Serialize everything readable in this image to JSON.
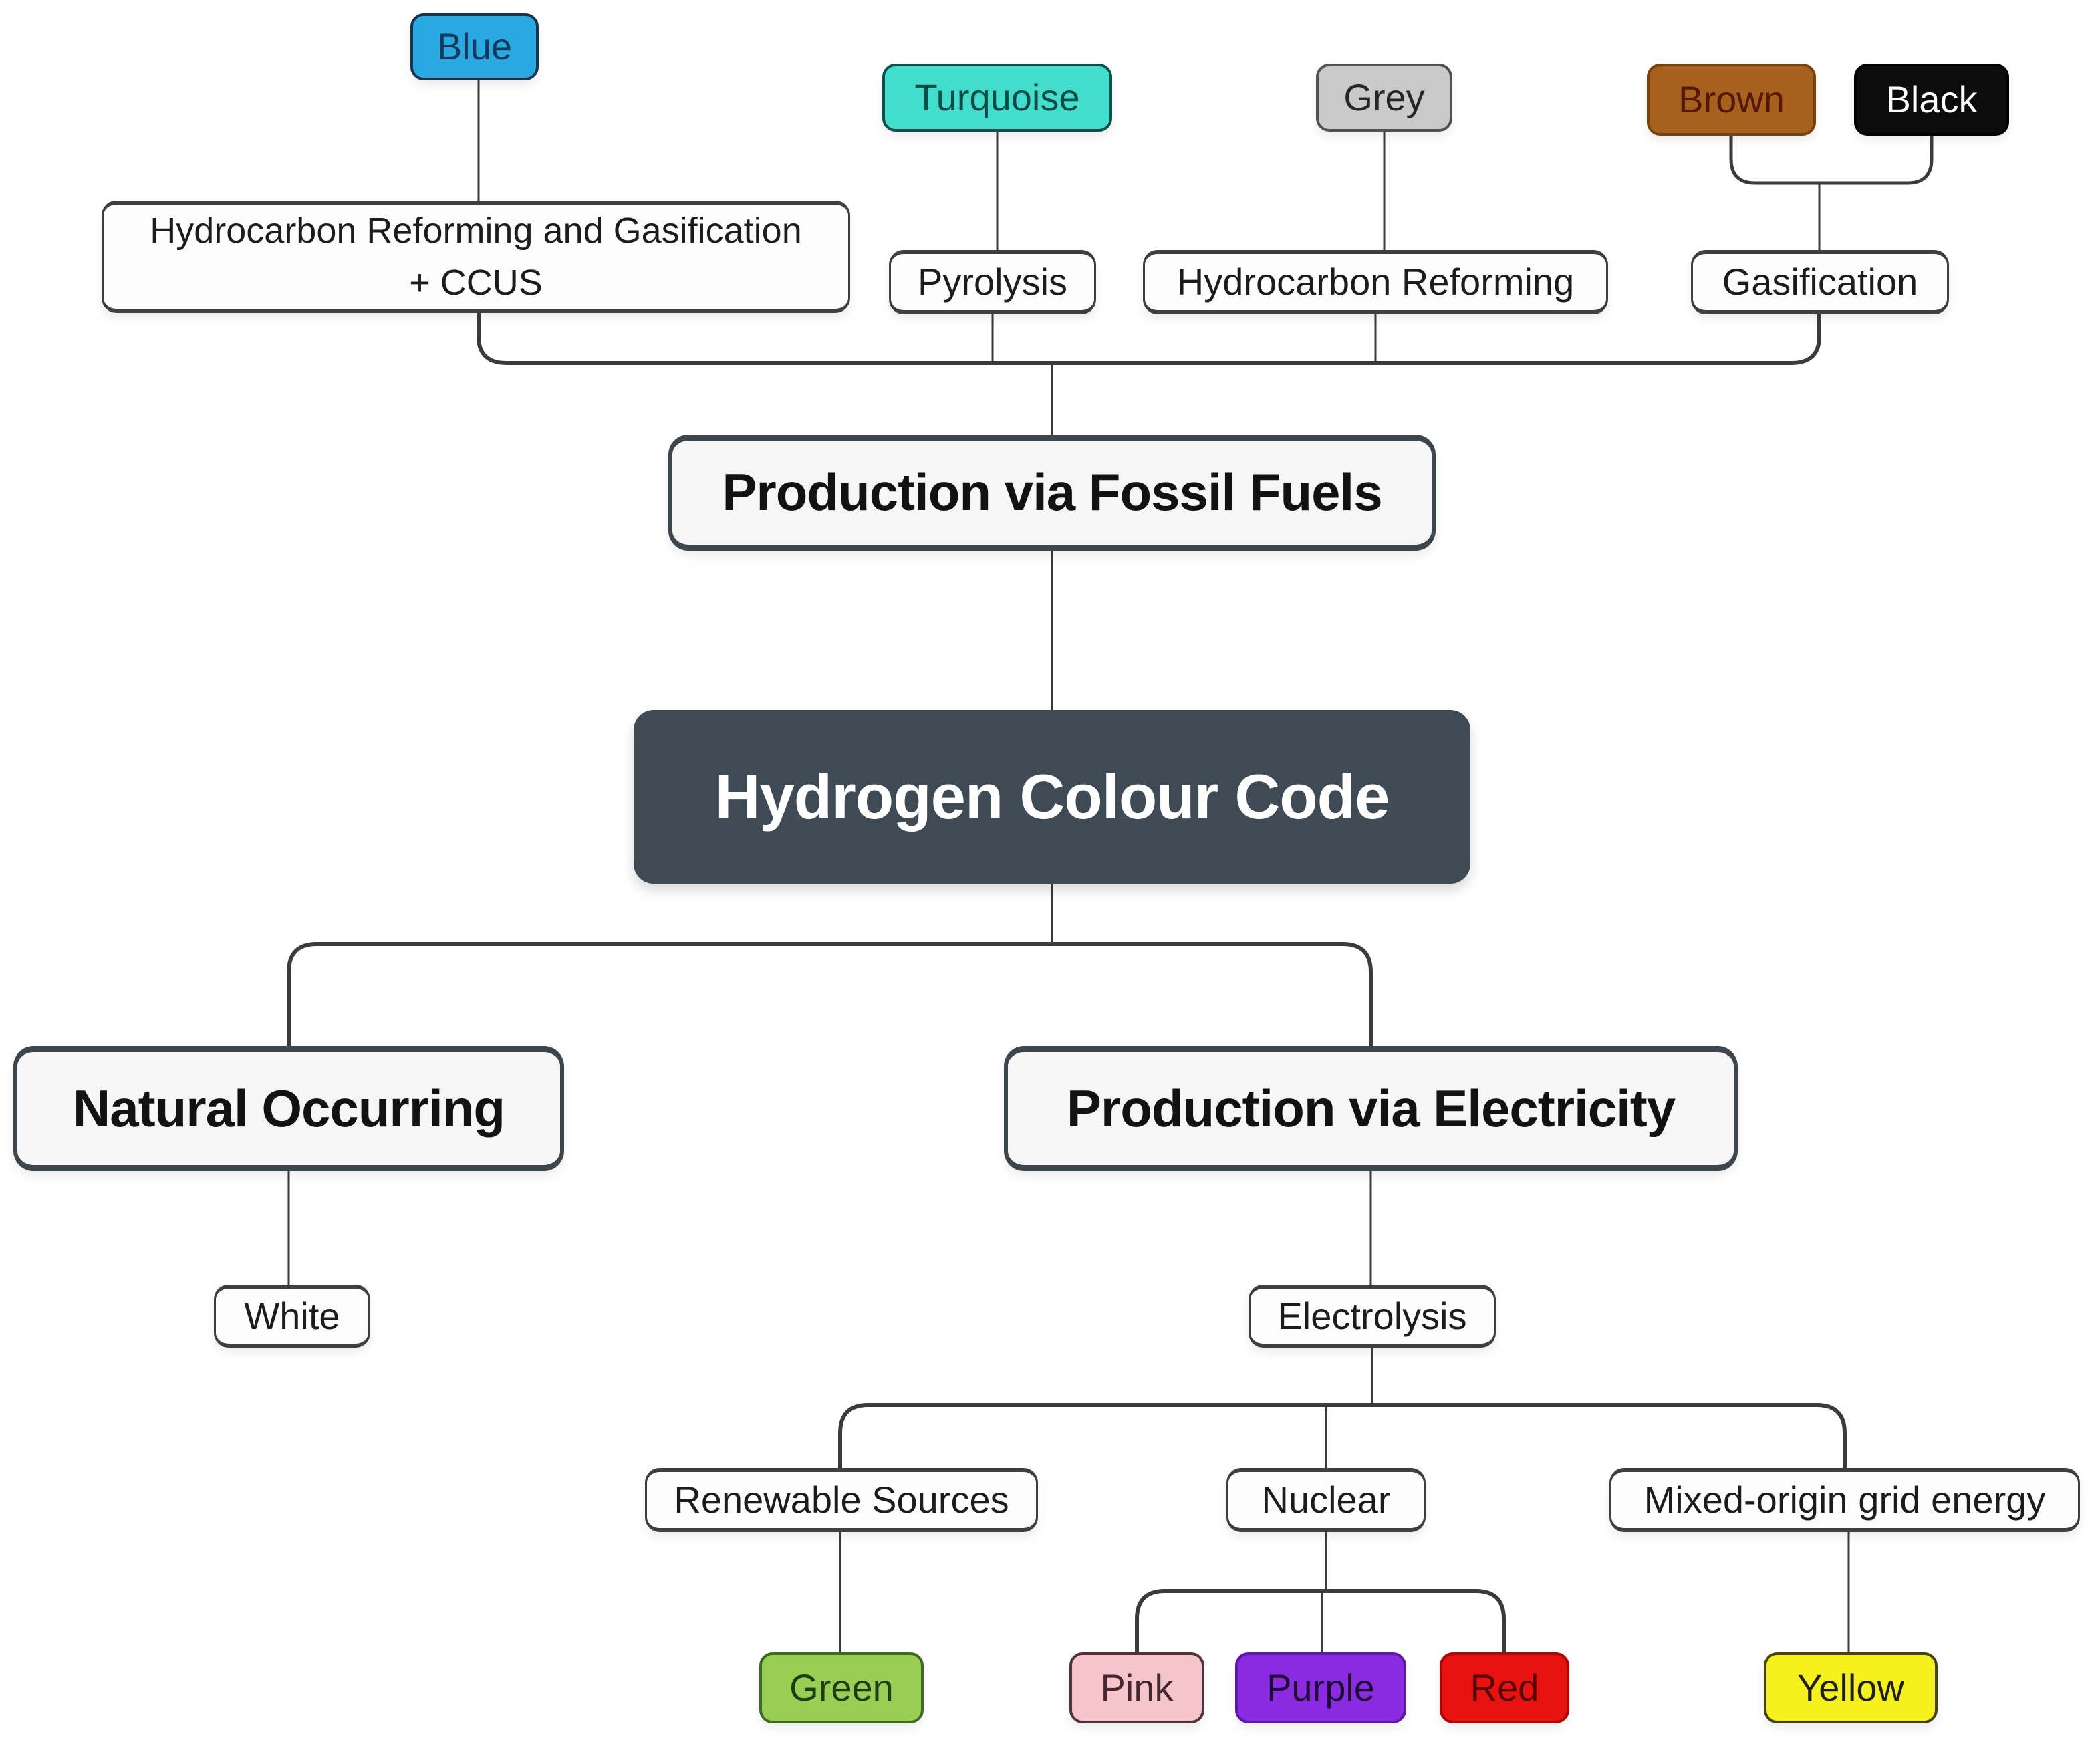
{
  "diagram": {
    "root": {
      "label": "Hydrogen Colour Code",
      "fill": "#3e4a54",
      "text_color": "#ffffff"
    },
    "branches": {
      "fossil": {
        "label": "Production via Fossil Fuels"
      },
      "natural": {
        "label": "Natural Occurring"
      },
      "electricity": {
        "label": "Production via Electricity"
      }
    },
    "processes": {
      "ccus_line1": "Hydrocarbon Reforming and Gasification",
      "ccus_line2": "+ CCUS",
      "pyrolysis": "Pyrolysis",
      "reforming": "Hydrocarbon Reforming",
      "gasification": "Gasification",
      "electrolysis": "Electrolysis"
    },
    "electricity_sources": {
      "renewable": {
        "label": "Renewable Sources"
      },
      "nuclear": {
        "label": "Nuclear"
      },
      "mixed": {
        "label": "Mixed-origin grid energy"
      }
    },
    "colours": {
      "blue": {
        "label": "Blue",
        "fill": "#29a9e1"
      },
      "turquoise": {
        "label": "Turquoise",
        "fill": "#41ddcd"
      },
      "grey": {
        "label": "Grey",
        "fill": "#c9c9c9"
      },
      "brown": {
        "label": "Brown",
        "fill": "#a8611c"
      },
      "black": {
        "label": "Black",
        "fill": "#0c0c0c"
      },
      "white": {
        "label": "White",
        "fill": "#fdfdfd"
      },
      "green": {
        "label": "Green",
        "fill": "#97ce53"
      },
      "pink": {
        "label": "Pink",
        "fill": "#f5c5cb"
      },
      "purple": {
        "label": "Purple",
        "fill": "#8a2be2"
      },
      "red": {
        "label": "Red",
        "fill": "#e81210"
      },
      "yellow": {
        "label": "Yellow",
        "fill": "#f4f11b"
      }
    },
    "line_color": "#3b3b3b"
  }
}
